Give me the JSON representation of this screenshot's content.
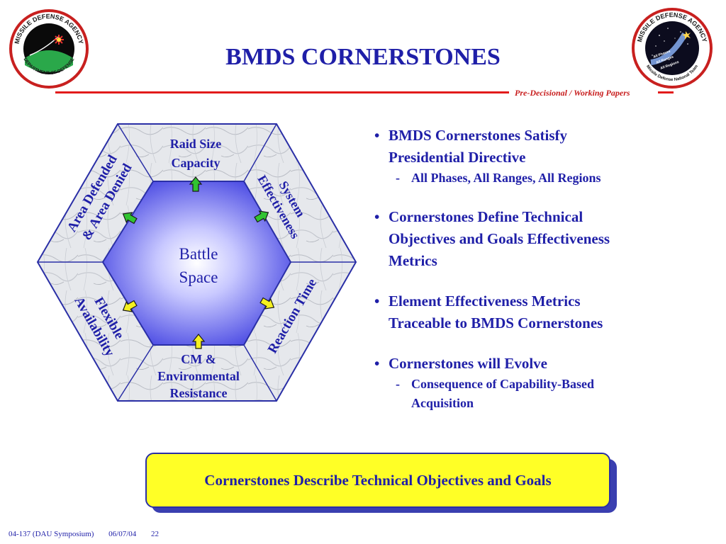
{
  "header": {
    "title": "BMDS CORNERSTONES",
    "classification": "Pre-Decisional / Working Papers",
    "left_logo": {
      "ring_text_top": "MISSILE DEFENSE AGENCY",
      "ring_text_bottom": "DEPARTMENT OF DEFENSE"
    },
    "right_logo": {
      "ring_text_top": "MISSILE DEFENSE AGENCY",
      "ring_text_bottom": "Missile Defense National Team",
      "inner_lines": [
        "All Phases",
        "All Ranges",
        "All Regions"
      ]
    }
  },
  "diagram": {
    "center_lines": [
      "Battle",
      "Space"
    ],
    "top_lines": [
      "Raid Size",
      "Capacity"
    ],
    "upper_right_lines": [
      "System",
      "Effectiveness"
    ],
    "lower_right_label": "Reaction Time",
    "bottom_lines": [
      "CM &",
      "Environmental",
      "Resistance"
    ],
    "lower_left_lines": [
      "Flexible",
      "Availability"
    ],
    "upper_left_lines": [
      "Area Defended",
      "& Area Denied"
    ],
    "colors": {
      "core": "#3d3de0",
      "core_light": "#c8c8ff",
      "border": "#2a2fa6",
      "arrow_green": "#31c431",
      "arrow_yellow": "#f5f020",
      "text": "#1f1fa8"
    }
  },
  "bullets": [
    {
      "text": "BMDS Cornerstones Satisfy Presidential Directive",
      "lines": [
        "BMDS Cornerstones Satisfy",
        "Presidential Directive"
      ],
      "sub": [
        "All Phases, All Ranges, All Regions"
      ]
    },
    {
      "lines": [
        "Cornerstones Define Technical",
        "Objectives and Goals Effectiveness",
        "Metrics"
      ]
    },
    {
      "lines": [
        "Element Effectiveness Metrics",
        "Traceable to BMDS Cornerstones"
      ]
    },
    {
      "lines": [
        "Cornerstones will Evolve"
      ],
      "sub_lines": [
        "Consequence of Capability-Based",
        "Acquisition"
      ]
    }
  ],
  "bullet_marker": "•",
  "sub_marker": "-",
  "callout": {
    "text": "Cornerstones Describe Technical Objectives and Goals"
  },
  "footer": {
    "doc_id": "04-137  (DAU Symposium)",
    "date": "06/07/04",
    "page": "22"
  },
  "colors": {
    "title": "#1f1fa8",
    "rule": "#e21b1b",
    "callout_bg": "#ffff26"
  }
}
